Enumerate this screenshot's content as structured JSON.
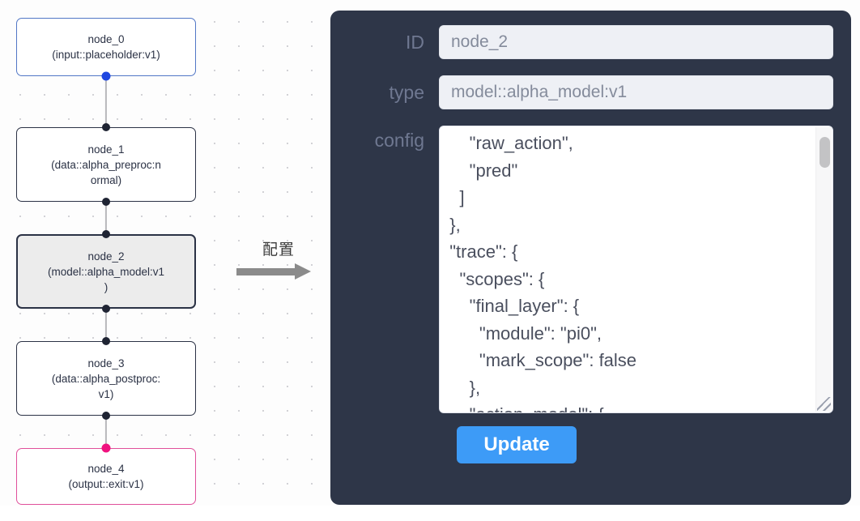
{
  "canvas": {
    "nodes": [
      {
        "id": "node_0",
        "title": "node_0",
        "subtitle": "(input::placeholder:v1)",
        "kind": "input",
        "selected": false
      },
      {
        "id": "node_1",
        "title": "node_1",
        "subtitle": "(data::alpha_preproc:n\normal)",
        "kind": "default",
        "selected": false
      },
      {
        "id": "node_2",
        "title": "node_2",
        "subtitle": "(model::alpha_model:v1\n)",
        "kind": "default",
        "selected": true
      },
      {
        "id": "node_3",
        "title": "node_3",
        "subtitle": "(data::alpha_postproc:\nv1)",
        "kind": "default",
        "selected": false
      },
      {
        "id": "node_4",
        "title": "node_4",
        "subtitle": "(output::exit:v1)",
        "kind": "output",
        "selected": false
      }
    ],
    "edges": [
      {
        "from": "node_0",
        "to": "node_1"
      },
      {
        "from": "node_1",
        "to": "node_2"
      },
      {
        "from": "node_2",
        "to": "node_3"
      },
      {
        "from": "node_3",
        "to": "node_4"
      }
    ],
    "colors": {
      "input_border": "#5277c6",
      "output_border": "#e0509b",
      "default_border": "#2b3245",
      "selected_fill": "#ececec",
      "handle": "#1f2433",
      "handle_input": "#1f47e0",
      "handle_output": "#f0127f",
      "edge": "#b7b7bb"
    }
  },
  "transition": {
    "label": "配置",
    "arrow_color": "#8b8b8b"
  },
  "panel": {
    "background": "#2e3648",
    "fields": [
      {
        "name": "id",
        "label": "ID",
        "value": "node_2"
      },
      {
        "name": "type",
        "label": "type",
        "value": "model::alpha_model:v1"
      }
    ],
    "config": {
      "label": "config",
      "value": "      \"raw_action\",\n      \"pred\"\n    ]\n  },\n  \"trace\": {\n    \"scopes\": {\n      \"final_layer\": {\n        \"module\": \"pi0\",\n        \"mark_scope\": false\n      },\n      \"action_model\": {",
      "scrollbar_visible": true,
      "resize_handle": true
    },
    "update_button": {
      "label": "Update",
      "color": "#3d9bf7"
    }
  }
}
